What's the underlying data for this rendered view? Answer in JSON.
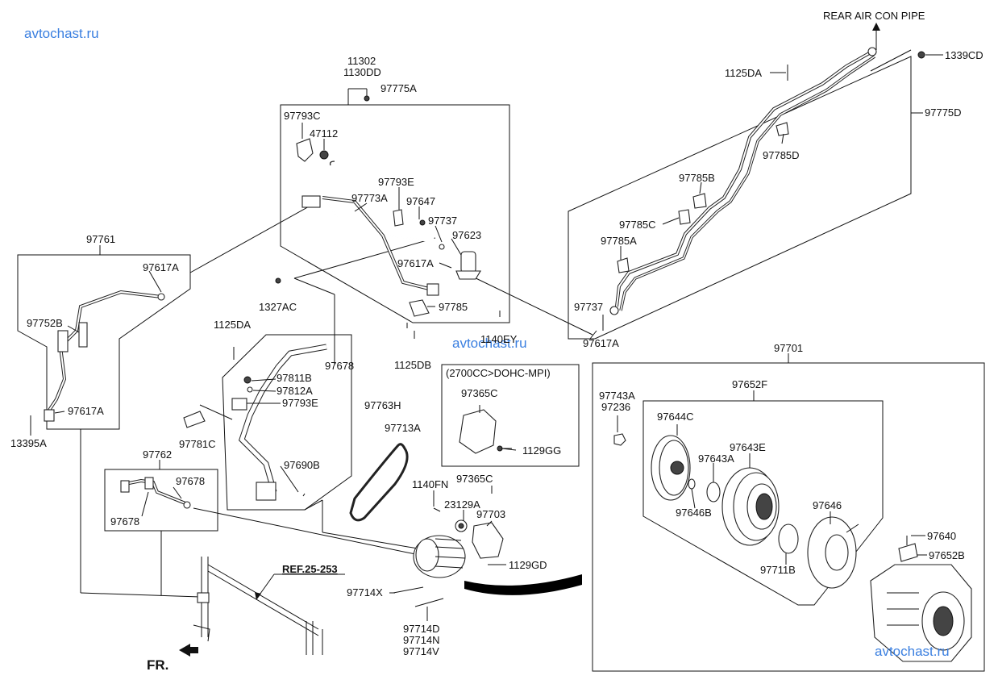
{
  "watermarks": [
    "avtochast.ru",
    "avtochast.ru",
    "avtochast.ru"
  ],
  "header": {
    "rear_pipe": "REAR AIR CON PIPE"
  },
  "engine_note": "(2700CC>DOHC-MPI)",
  "ref": "REF.25-253",
  "fr": "FR.",
  "labels": {
    "p11302": "11302",
    "p1130dd": "1130DD",
    "p97775a": "97775A",
    "p97793c": "97793C",
    "p47112": "47112",
    "p97793e_top": "97793E",
    "p97773a": "97773A",
    "p97647": "97647",
    "p97737_mid": "97737",
    "p97623": "97623",
    "p97617a_mid": "97617A",
    "p97785": "97785",
    "p1327ac": "1327AC",
    "p1140ey": "1140EY",
    "p1125db": "1125DB",
    "p97761": "97761",
    "p97617a_left": "97617A",
    "p97752b": "97752B",
    "p97617a_low": "97617A",
    "p13395a": "13395A",
    "p1125da_left": "1125DA",
    "p97678_top": "97678",
    "p97811b": "97811B",
    "p97812a": "97812A",
    "p97793e_low": "97793E",
    "p97763h": "97763H",
    "p97781c": "97781C",
    "p97690b": "97690B",
    "p97713a": "97713A",
    "p97762": "97762",
    "p97678_a": "97678",
    "p97678_b": "97678",
    "p97365c_top": "97365C",
    "p1129gg": "1129GG",
    "p1140fn": "1140FN",
    "p97365c_low": "97365C",
    "p23129a": "23129A",
    "p97703": "97703",
    "p1129gd": "1129GD",
    "p97714x": "97714X",
    "p97714d": "97714D",
    "p97714n": "97714N",
    "p97714v": "97714V",
    "p1125da_right": "1125DA",
    "p1339cd": "1339CD",
    "p97775d": "97775D",
    "p97785d": "97785D",
    "p97785b": "97785B",
    "p97785c": "97785C",
    "p97785a": "97785A",
    "p97737_right": "97737",
    "p97617a_right": "97617A",
    "p97701": "97701",
    "p97652f": "97652F",
    "p97743a": "97743A",
    "p97236": "97236",
    "p97644c": "97644C",
    "p97643e": "97643E",
    "p97643a": "97643A",
    "p97646b": "97646B",
    "p97646": "97646",
    "p97711b": "97711B",
    "p97640": "97640",
    "p97652b": "97652B"
  }
}
